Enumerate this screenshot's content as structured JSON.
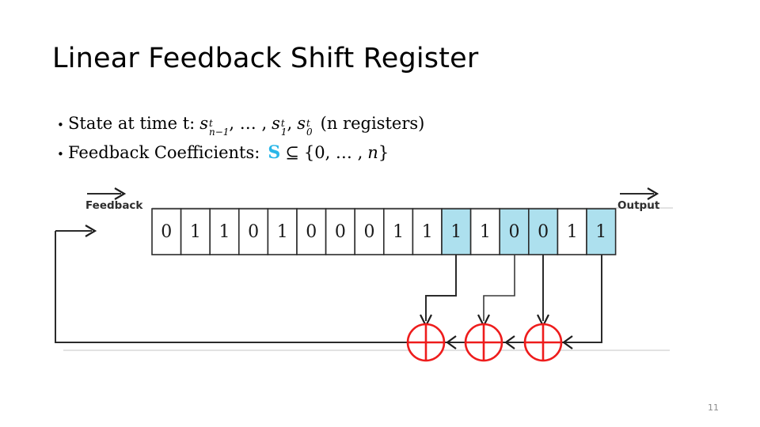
{
  "slide": {
    "title": "Linear Feedback Shift Register",
    "page_number": "11"
  },
  "bullets": [
    {
      "marker": "•",
      "lead": "State at time t:",
      "math": {
        "s1_base": "s",
        "s1_sup": "t",
        "s1_sub": "n−1",
        "comma1": ", … ,",
        "s2_base": "s",
        "s2_sup": "t",
        "s2_sub": "1",
        "comma2": ",",
        "s3_base": "s",
        "s3_sup": "t",
        "s3_sub": "0"
      },
      "trail": "(n registers)"
    },
    {
      "marker": "•",
      "lead": "Feedback Coefficients:",
      "symbol": "S",
      "symbol_color": "#29b6e8",
      "relation": "⊆",
      "set": "{0, … , n}",
      "set_open": "{0, … ,",
      "set_var": "n",
      "set_close": "}"
    }
  ],
  "diagram": {
    "name": "lfsr-schematic",
    "feedback_label": "Feedback",
    "output_label": "Output",
    "cell_fill": "#ffffff",
    "tap_fill": "#ade0ee",
    "xor_color": "#ee1c1c",
    "wire_color": "#2b2b2b",
    "register_bits": [
      {
        "value": "0",
        "tapped": false
      },
      {
        "value": "1",
        "tapped": false
      },
      {
        "value": "1",
        "tapped": false
      },
      {
        "value": "0",
        "tapped": false
      },
      {
        "value": "1",
        "tapped": false
      },
      {
        "value": "0",
        "tapped": false
      },
      {
        "value": "0",
        "tapped": false
      },
      {
        "value": "0",
        "tapped": false
      },
      {
        "value": "1",
        "tapped": false
      },
      {
        "value": "1",
        "tapped": false
      },
      {
        "value": "1",
        "tapped": true
      },
      {
        "value": "1",
        "tapped": false
      },
      {
        "value": "0",
        "tapped": true
      },
      {
        "value": "0",
        "tapped": true
      },
      {
        "value": "1",
        "tapped": false
      },
      {
        "value": "1",
        "tapped": true
      }
    ],
    "xor_gates": [
      {
        "name": "xor-gate-1",
        "glyph": "⊕"
      },
      {
        "name": "xor-gate-2",
        "glyph": "⊕"
      },
      {
        "name": "xor-gate-3",
        "glyph": "⊕"
      }
    ]
  }
}
